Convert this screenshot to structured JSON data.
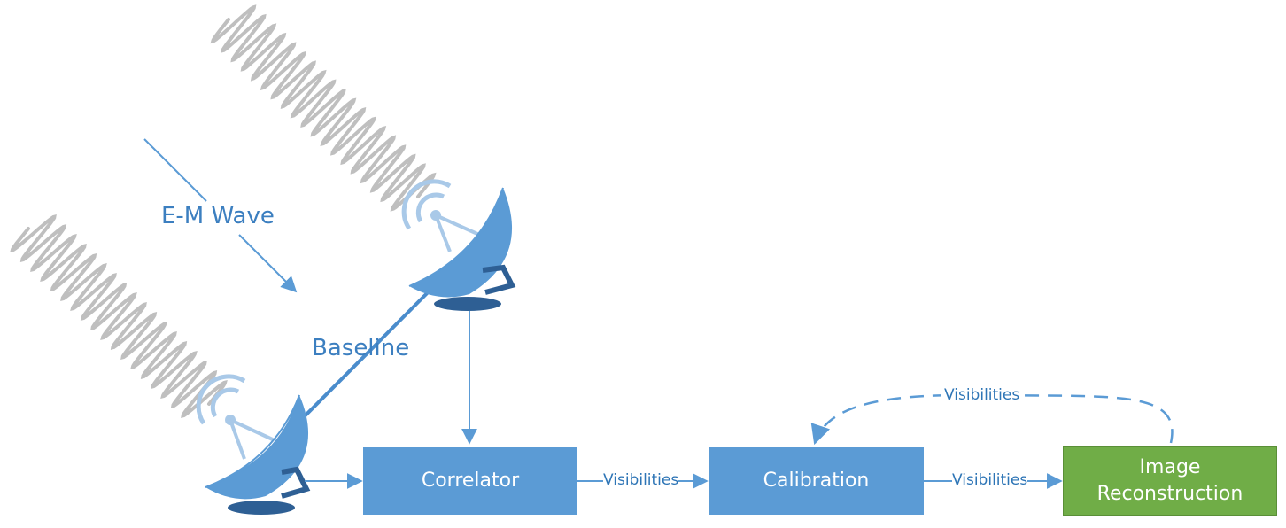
{
  "labels": {
    "em_wave": "E-M Wave",
    "baseline": "Baseline",
    "vis_correlator_calibration": "Visibilities",
    "vis_calibration_reconstruction": "Visibilities",
    "vis_feedback": "Visibilities"
  },
  "boxes": {
    "correlator": "Correlator",
    "calibration": "Calibration",
    "image_reconstruction_line1": "Image",
    "image_reconstruction_line2": "Reconstruction"
  },
  "icons": [
    "satellite-dish-icon",
    "sine-wave-icon",
    "signal-waves-icon"
  ],
  "colors": {
    "box_blue": "#5b9bd5",
    "box_green": "#70ad47",
    "arrow": "#5b9bd5",
    "wave": "#bfbfbf",
    "dish_dark": "#2e5f94",
    "dish_mid": "#5b9bd5"
  }
}
